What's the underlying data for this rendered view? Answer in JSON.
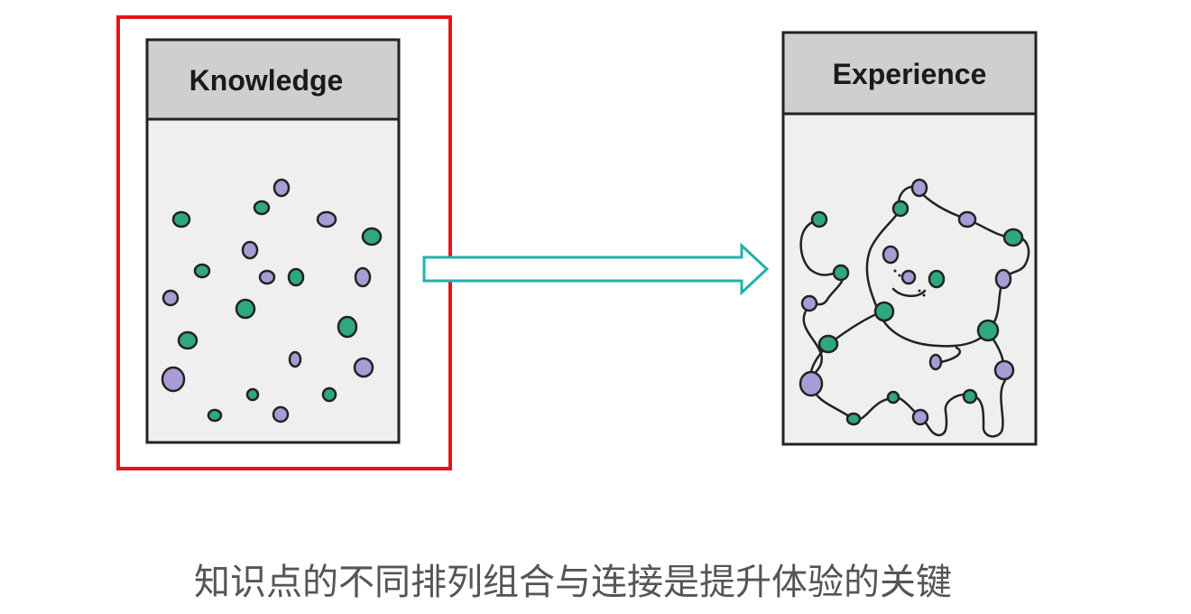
{
  "panels": {
    "left_title": "Knowledge",
    "right_title": "Experience"
  },
  "caption": "知识点的不同排列组合与连接是提升体验的关键",
  "colors": {
    "highlight_border": "#e8141b",
    "panel_header": "#cfcfcf",
    "panel_body": "#efefef",
    "green_dot": "#2fa87e",
    "purple_dot": "#a99bd6",
    "arrow": "#1fb3a8",
    "outline": "#222222"
  },
  "icons": {
    "arrow": "right-arrow-icon"
  }
}
